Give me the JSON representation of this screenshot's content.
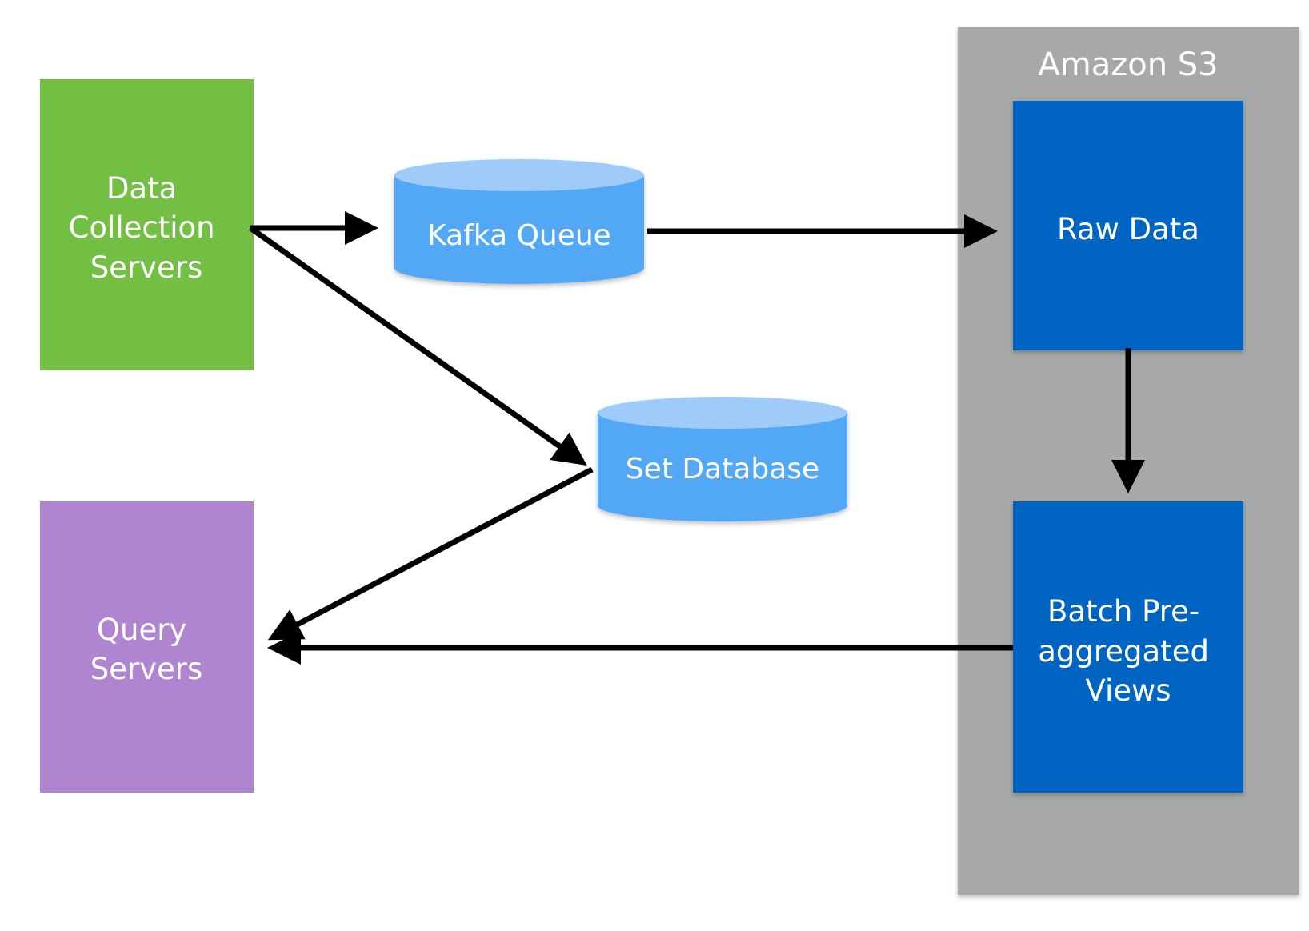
{
  "nodes": {
    "data_collection": {
      "lines": [
        "Data",
        "Collection",
        "Servers"
      ],
      "color": "#72bf44"
    },
    "query_servers": {
      "lines": [
        "Query",
        "Servers"
      ],
      "color": "#b085d0"
    },
    "kafka_queue": {
      "label": "Kafka Queue",
      "color": "#52a8f5",
      "top_color": "#9fcbfb"
    },
    "set_database": {
      "label": "Set Database",
      "color": "#52a8f5",
      "top_color": "#9fcbfb"
    },
    "amazon_s3": {
      "label": "Amazon S3",
      "color": "#a7a8a8"
    },
    "raw_data": {
      "label": "Raw Data",
      "color": "#0665c2"
    },
    "batch_views": {
      "lines": [
        "Batch Pre-",
        "aggregated",
        "Views"
      ],
      "color": "#0665c2"
    }
  },
  "edges": [
    {
      "from": "Data Collection Servers",
      "to": "Kafka Queue"
    },
    {
      "from": "Data Collection Servers",
      "to": "Set Database"
    },
    {
      "from": "Kafka Queue",
      "to": "Raw Data"
    },
    {
      "from": "Raw Data",
      "to": "Batch Pre-aggregated Views"
    },
    {
      "from": "Set Database",
      "to": "Query Servers"
    },
    {
      "from": "Batch Pre-aggregated Views",
      "to": "Query Servers"
    }
  ]
}
